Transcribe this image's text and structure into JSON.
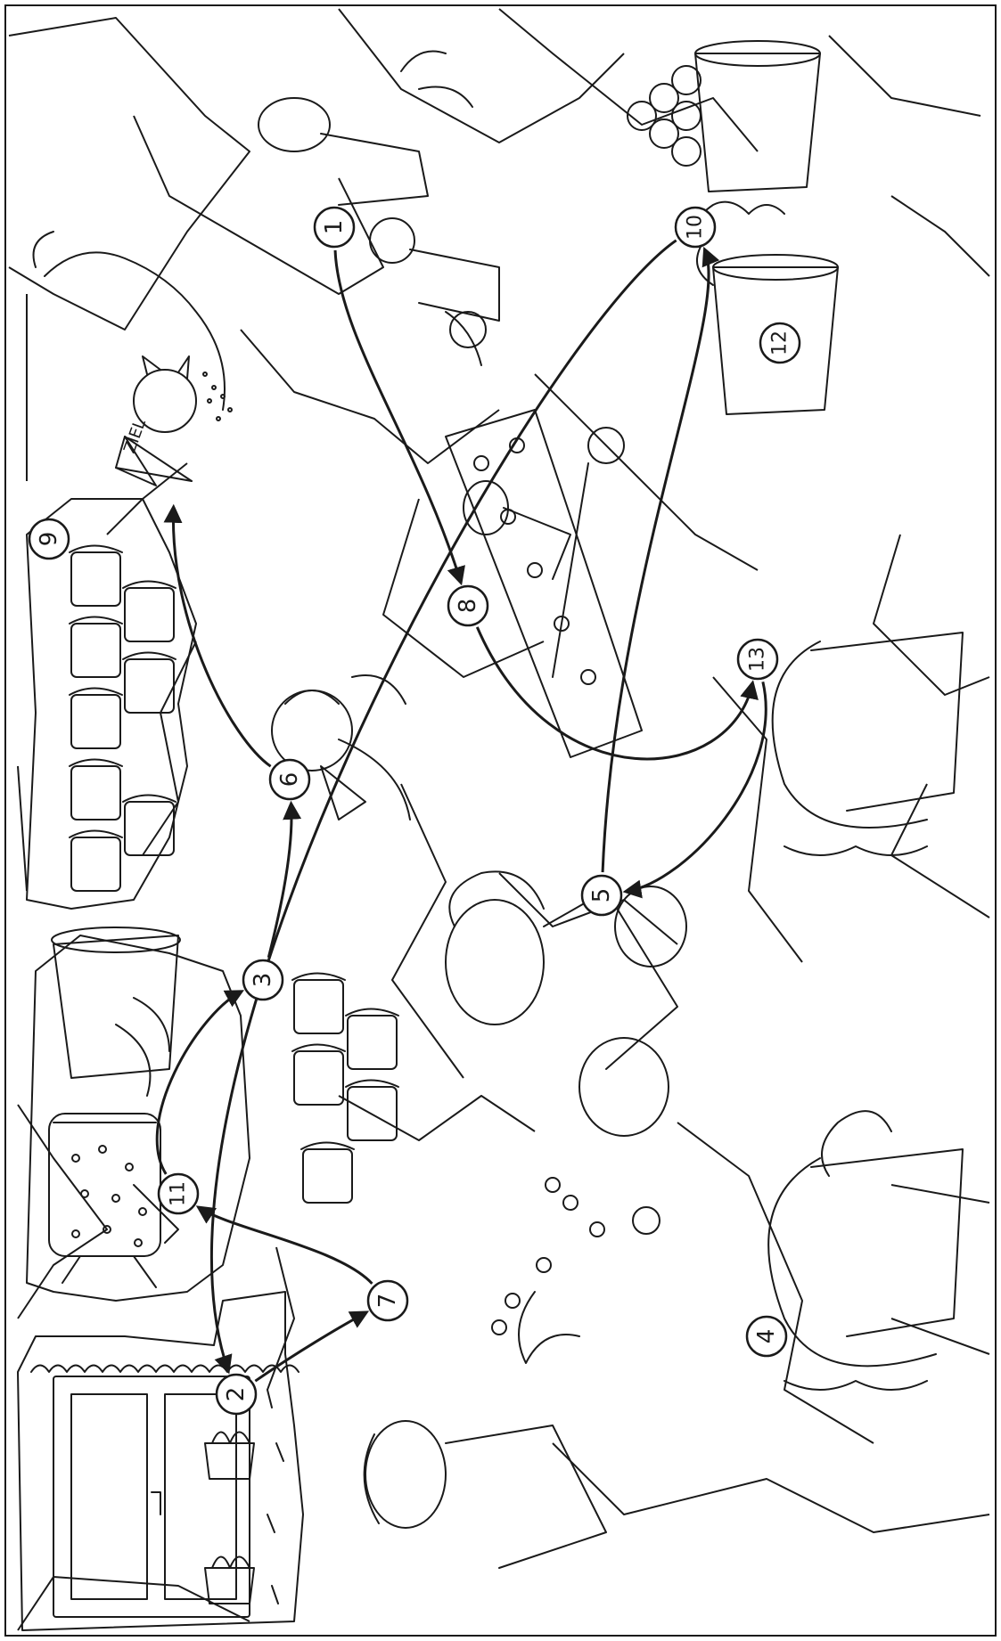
{
  "board": {
    "ink_color": "#1a1a1a",
    "paper_color": "#ffffff",
    "finish_flag_text": "ZIEL"
  },
  "stations": [
    {
      "number": "1",
      "label": "①"
    },
    {
      "number": "2",
      "label": "②"
    },
    {
      "number": "3",
      "label": "③"
    },
    {
      "number": "4",
      "label": "④"
    },
    {
      "number": "5",
      "label": "⑤"
    },
    {
      "number": "6",
      "label": "⑥"
    },
    {
      "number": "7",
      "label": "⑦"
    },
    {
      "number": "8",
      "label": "⑧"
    },
    {
      "number": "9",
      "label": "⑨"
    },
    {
      "number": "10",
      "label": "⑩"
    },
    {
      "number": "11",
      "label": "⑪"
    },
    {
      "number": "12",
      "label": "⑫"
    },
    {
      "number": "13",
      "label": "⑬"
    }
  ],
  "connections": [
    {
      "from": "1",
      "to": "8"
    },
    {
      "from": "8",
      "to": "13"
    },
    {
      "from": "13",
      "to": "5"
    },
    {
      "from": "5",
      "to": "10"
    },
    {
      "from": "10",
      "to": "2"
    },
    {
      "from": "2",
      "to": "7"
    },
    {
      "from": "7",
      "to": "11"
    },
    {
      "from": "11",
      "to": "3"
    },
    {
      "from": "3",
      "to": "6"
    },
    {
      "from": "6",
      "to": "ZIEL"
    }
  ],
  "illustrations": [
    {
      "id": "door",
      "icon": "door-icon"
    },
    {
      "id": "flower-pots",
      "icon": "flower-pot-icon"
    },
    {
      "id": "cooking-pot",
      "icon": "cooking-pot-icon"
    },
    {
      "id": "mixing-bowl",
      "icon": "bowl-icon"
    },
    {
      "id": "jam-jars-center",
      "icon": "jam-jar-icon"
    },
    {
      "id": "jam-jars-top",
      "icon": "jam-jar-icon"
    },
    {
      "id": "girl-eating-cake",
      "icon": "girl-icon"
    },
    {
      "id": "cat-finish",
      "icon": "cat-icon"
    },
    {
      "id": "gardener-tomatoes",
      "icon": "gardener-icon"
    },
    {
      "id": "farmer-pumpkins",
      "icon": "farmer-icon"
    },
    {
      "id": "veg-basket-left",
      "icon": "basket-icon"
    },
    {
      "id": "veg-basket-right",
      "icon": "basket-icon"
    },
    {
      "id": "reading-girl-blanket",
      "icon": "blanket-icon"
    },
    {
      "id": "boy-with-plant",
      "icon": "boy-icon"
    },
    {
      "id": "kids-with-cat",
      "icon": "children-icon"
    },
    {
      "id": "apple-bowl",
      "icon": "apple-bowl-icon"
    },
    {
      "id": "cauliflower-bowl",
      "icon": "cauliflower-bowl-icon"
    }
  ]
}
